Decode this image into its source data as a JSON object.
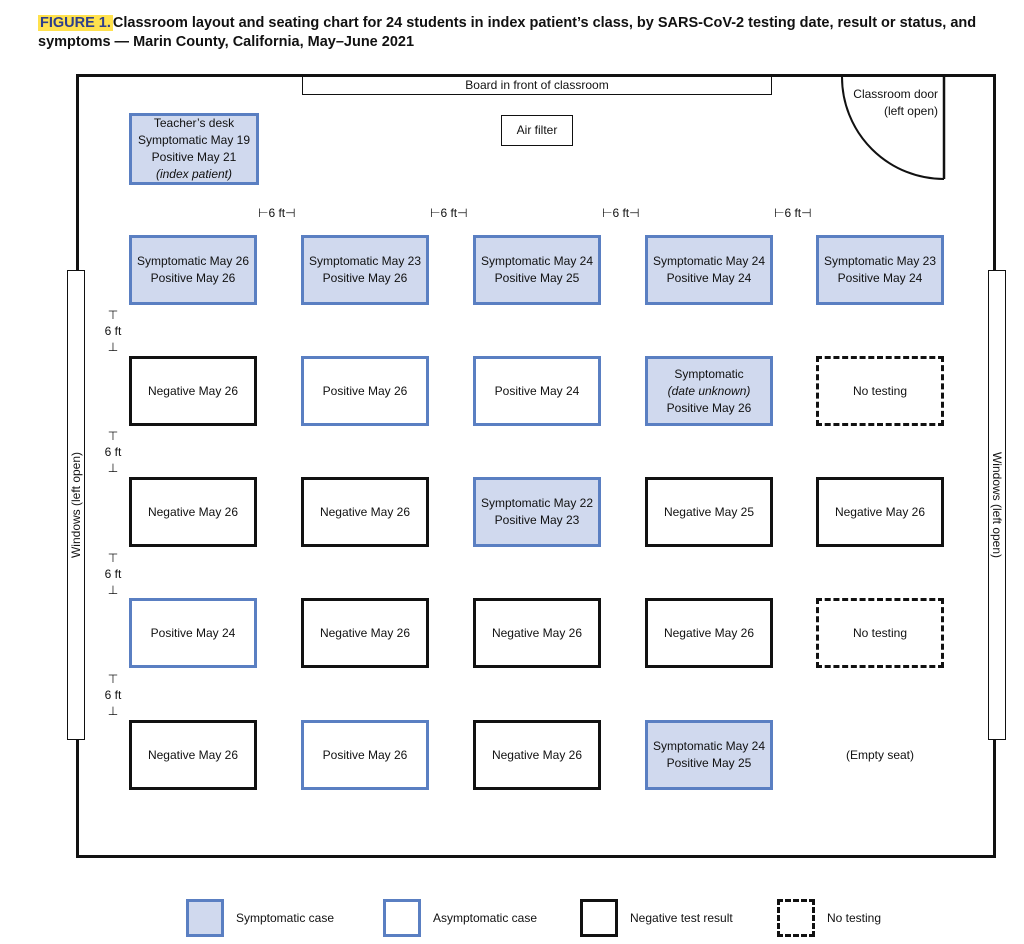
{
  "title": {
    "figure_label": "FIGURE 1.",
    "line1": "Classroom layout and seating chart for 24 students in index patient’s class, by SARS-CoV-2 testing date, result or status, and",
    "line2": "symptoms — Marin County, California, May–June 2021"
  },
  "room": {
    "board": "Board in front of classroom",
    "air_filter": "Air filter",
    "door": [
      "Classroom door",
      "(left open)"
    ],
    "window_left": "Windows (left open)",
    "window_right": "Windows (left open)"
  },
  "teacher_desk": {
    "status": "symptomatic",
    "lines": [
      {
        "text": "Teacher’s desk"
      },
      {
        "text": "Symptomatic  May 19"
      },
      {
        "text": "Positive  May 21"
      },
      {
        "text": "(index patient)",
        "italic": true
      }
    ]
  },
  "distances": {
    "horizontal": [
      "6 ft",
      "6 ft",
      "6 ft",
      "6 ft"
    ],
    "vertical": [
      "6 ft",
      "6 ft",
      "6 ft",
      "6 ft"
    ]
  },
  "seating_rows": [
    [
      {
        "status": "symptomatic",
        "lines": [
          {
            "text": "Symptomatic  May 26"
          },
          {
            "text": "Positive  May 26"
          }
        ]
      },
      {
        "status": "symptomatic",
        "lines": [
          {
            "text": "Symptomatic  May 23"
          },
          {
            "text": "Positive  May 26"
          }
        ]
      },
      {
        "status": "symptomatic",
        "lines": [
          {
            "text": "Symptomatic  May 24"
          },
          {
            "text": "Positive  May 25"
          }
        ]
      },
      {
        "status": "symptomatic",
        "lines": [
          {
            "text": "Symptomatic  May 24"
          },
          {
            "text": "Positive  May 24"
          }
        ]
      },
      {
        "status": "symptomatic",
        "lines": [
          {
            "text": "Symptomatic  May 23"
          },
          {
            "text": "Positive  May 24"
          }
        ]
      }
    ],
    [
      {
        "status": "negative",
        "lines": [
          {
            "text": "Negative  May 26"
          }
        ]
      },
      {
        "status": "asymptomatic",
        "lines": [
          {
            "text": "Positive  May 26"
          }
        ]
      },
      {
        "status": "asymptomatic",
        "lines": [
          {
            "text": "Positive  May 24"
          }
        ]
      },
      {
        "status": "symptomatic",
        "lines": [
          {
            "text": "Symptomatic"
          },
          {
            "text": "(date unknown)",
            "italic": true
          },
          {
            "text": "Positive  May 26"
          }
        ]
      },
      {
        "status": "notest",
        "lines": [
          {
            "text": "No testing"
          }
        ]
      }
    ],
    [
      {
        "status": "negative",
        "lines": [
          {
            "text": "Negative  May 26"
          }
        ]
      },
      {
        "status": "negative",
        "lines": [
          {
            "text": "Negative  May 26"
          }
        ]
      },
      {
        "status": "symptomatic",
        "lines": [
          {
            "text": "Symptomatic  May 22"
          },
          {
            "text": "Positive  May 23"
          }
        ]
      },
      {
        "status": "negative",
        "lines": [
          {
            "text": "Negative  May 25"
          }
        ]
      },
      {
        "status": "negative",
        "lines": [
          {
            "text": "Negative  May 26"
          }
        ]
      }
    ],
    [
      {
        "status": "asymptomatic",
        "lines": [
          {
            "text": "Positive  May 24"
          }
        ]
      },
      {
        "status": "negative",
        "lines": [
          {
            "text": "Negative  May 26"
          }
        ]
      },
      {
        "status": "negative",
        "lines": [
          {
            "text": "Negative  May 26"
          }
        ]
      },
      {
        "status": "negative",
        "lines": [
          {
            "text": "Negative  May 26"
          }
        ]
      },
      {
        "status": "notest",
        "lines": [
          {
            "text": "No testing"
          }
        ]
      }
    ],
    [
      {
        "status": "negative",
        "lines": [
          {
            "text": "Negative  May 26"
          }
        ]
      },
      {
        "status": "asymptomatic",
        "lines": [
          {
            "text": "Positive  May 26"
          }
        ]
      },
      {
        "status": "negative",
        "lines": [
          {
            "text": "Negative  May 26"
          }
        ]
      },
      {
        "status": "symptomatic",
        "lines": [
          {
            "text": "Symptomatic  May 24"
          },
          {
            "text": "Positive  May 25"
          }
        ]
      },
      {
        "status": "empty",
        "lines": [
          {
            "text": "(Empty seat)"
          }
        ]
      }
    ]
  ],
  "legend": [
    {
      "status": "symptomatic",
      "label": "Symptomatic case"
    },
    {
      "status": "asymptomatic",
      "label": "Asymptomatic case"
    },
    {
      "status": "negative",
      "label": "Negative test result"
    },
    {
      "status": "notest",
      "label": "No testing"
    }
  ],
  "colors": {
    "symptomatic_fill": "#d0d9ee",
    "case_border": "#5a7fc2",
    "negative_border": "#111111",
    "highlight": "#ffe14d"
  }
}
